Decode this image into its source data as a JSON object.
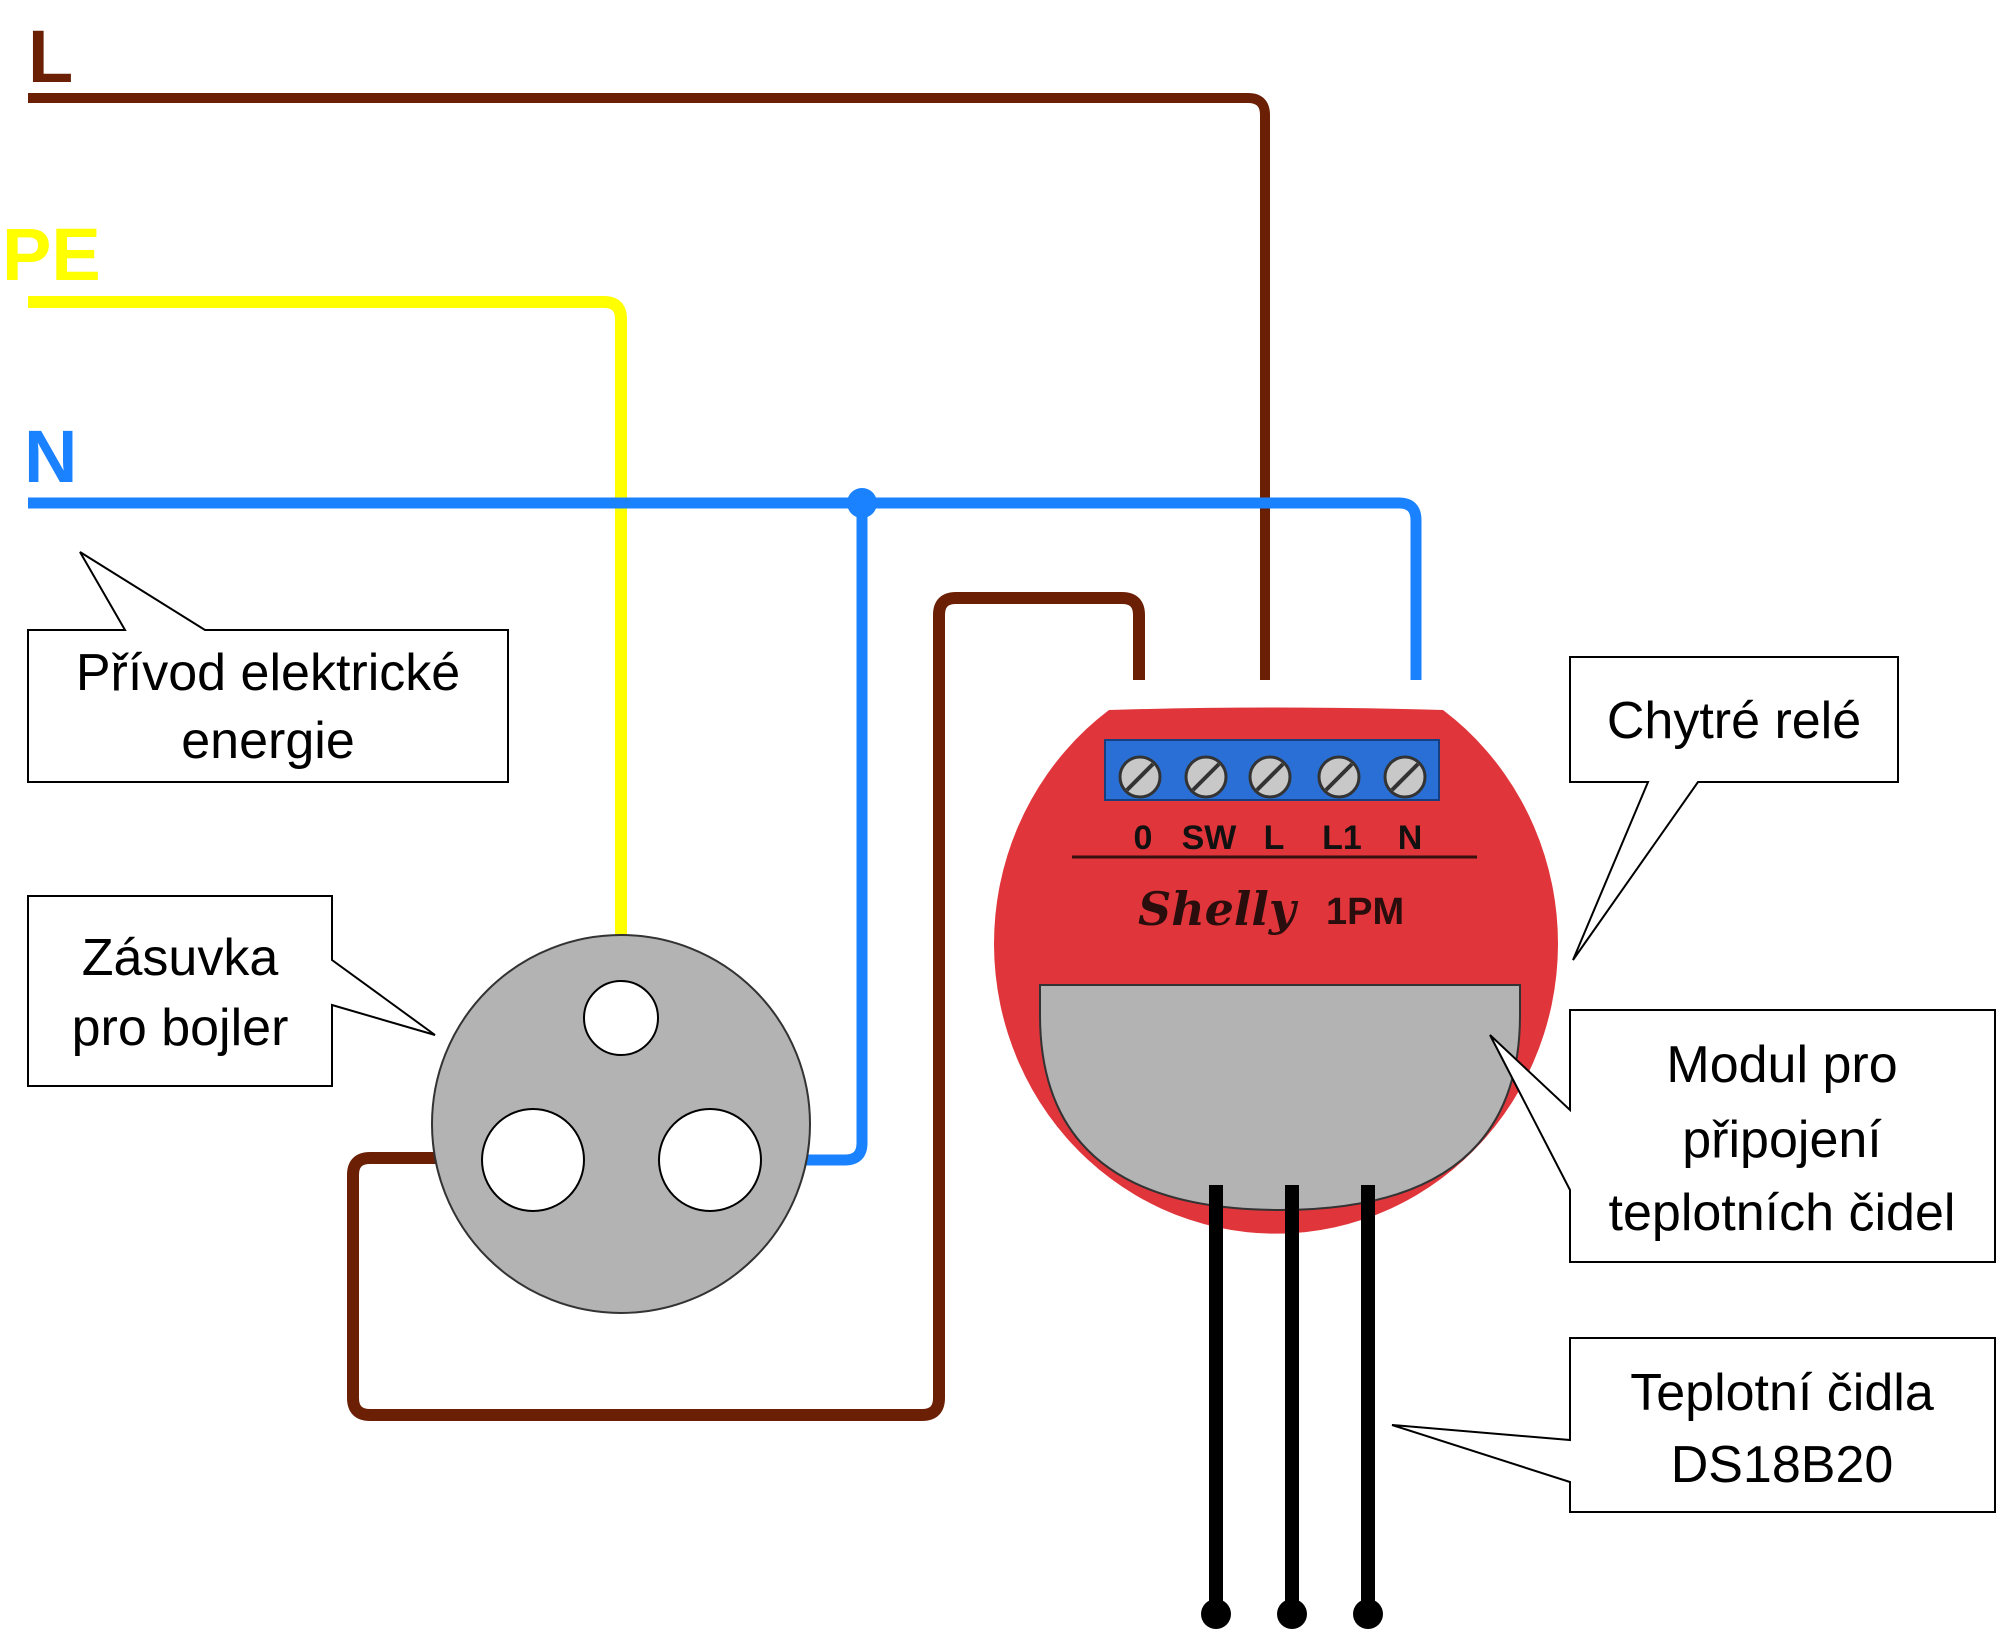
{
  "wires": {
    "l_label": "L",
    "pe_label": "PE",
    "n_label": "N"
  },
  "callouts": {
    "supply": [
      "Přívod elektrické",
      "energie"
    ],
    "socket": [
      "Zásuvka",
      "pro bojler"
    ],
    "relay": [
      "Chytré relé"
    ],
    "module": [
      "Modul pro",
      "připojení",
      "teplotních čidel"
    ],
    "sensors": [
      "Teplotní čidla",
      "DS18B20"
    ]
  },
  "relay": {
    "brand": "Shelly",
    "model": "1PM",
    "terminals": [
      "0",
      "SW",
      "L",
      "L1",
      "N"
    ]
  },
  "colors": {
    "live": "#6b1f05",
    "protective_earth": "#ffff00",
    "neutral": "#1a82ff",
    "relay_body": "#e0353a",
    "terminal_block": "#2a6fd6",
    "socket": "#b3b3b3",
    "sensor_wire": "#000000"
  }
}
